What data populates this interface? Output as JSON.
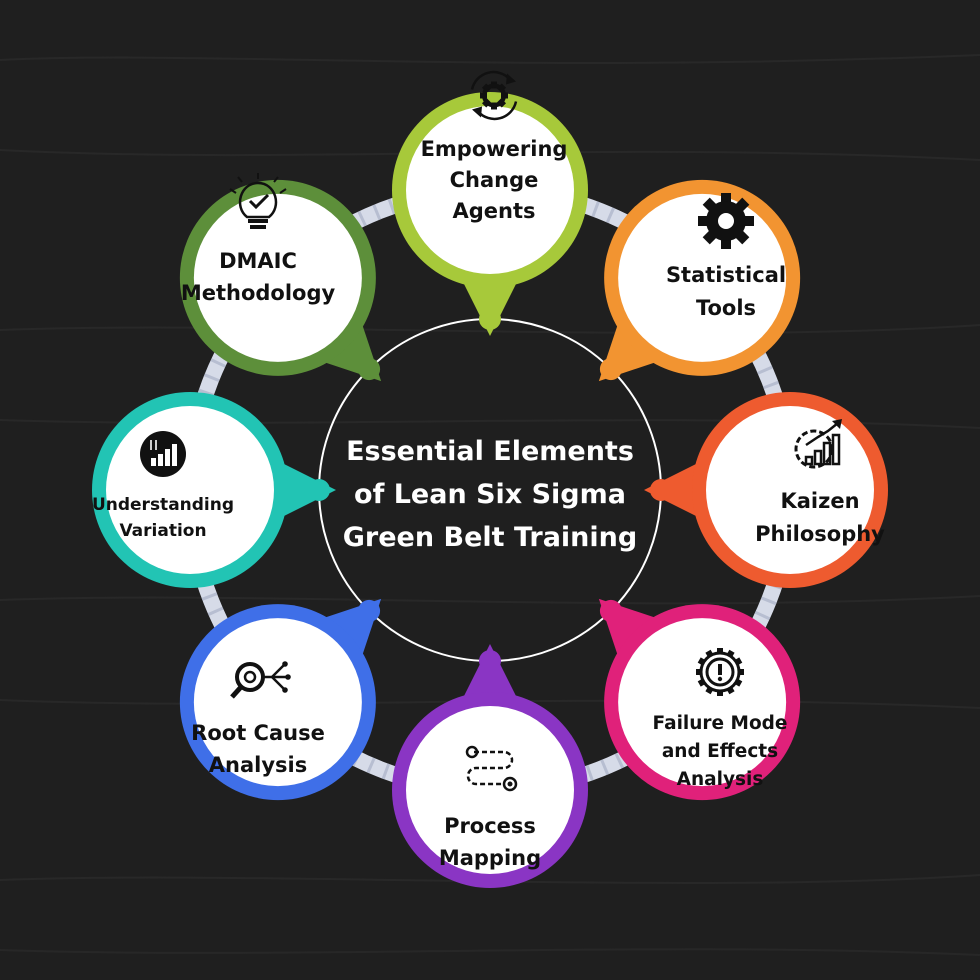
{
  "title_lines": [
    "Essential Elements",
    "of Lean Six Sigma",
    "Green Belt Training"
  ],
  "elements": [
    {
      "label_lines": [
        "Empowering",
        "Change",
        "Agents"
      ],
      "color": "#a7c93a",
      "icon": "gear-cycle-icon"
    },
    {
      "label_lines": [
        "Statistical",
        "Tools"
      ],
      "color": "#f29431",
      "icon": "gear-icon"
    },
    {
      "label_lines": [
        "Kaizen",
        "Philosophy"
      ],
      "color": "#ee5b2f",
      "icon": "gear-growth-chart-icon"
    },
    {
      "label_lines": [
        "Failure Mode",
        "and Effects",
        "Analysis"
      ],
      "color": "#e0217a",
      "icon": "warning-gear-icon"
    },
    {
      "label_lines": [
        "Process",
        "Mapping"
      ],
      "color": "#8a35c4",
      "icon": "process-path-icon"
    },
    {
      "label_lines": [
        "Root Cause",
        "Analysis"
      ],
      "color": "#3f6fe8",
      "icon": "magnifier-root-icon"
    },
    {
      "label_lines": [
        "Understanding",
        "Variation"
      ],
      "color": "#22c4b4",
      "icon": "bar-chart-icon"
    },
    {
      "label_lines": [
        "DMAIC",
        "Methodology"
      ],
      "color": "#5d8f3a",
      "icon": "lightbulb-check-icon"
    }
  ]
}
